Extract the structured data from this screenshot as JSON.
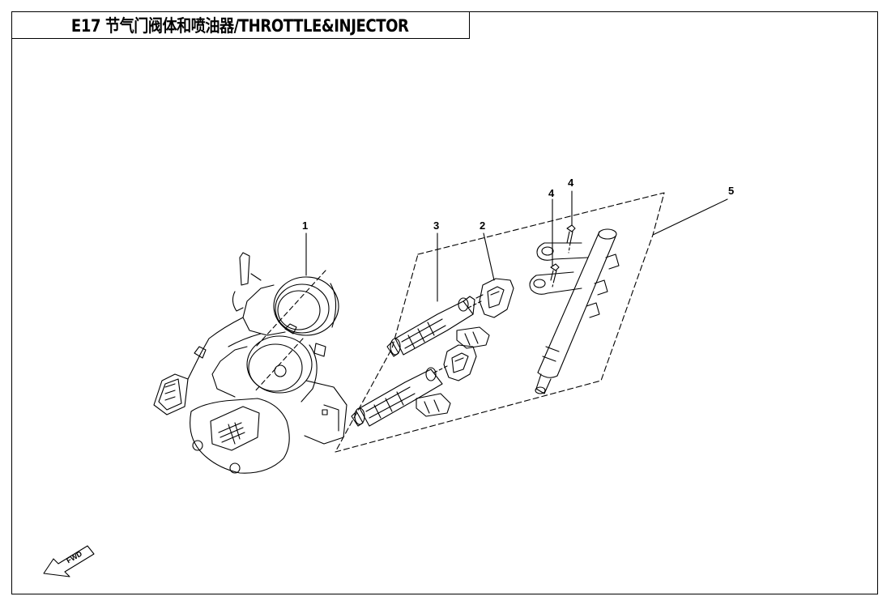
{
  "title": "E17 节气门阀体和喷油器/THROTTLE&INJECTOR",
  "callouts": {
    "c1": "1",
    "c2": "2",
    "c3": "3",
    "c4a": "4",
    "c4b": "4",
    "c5": "5"
  },
  "fwd_label": "FWD",
  "icons": {
    "fwd": "forward-arrow-icon"
  }
}
